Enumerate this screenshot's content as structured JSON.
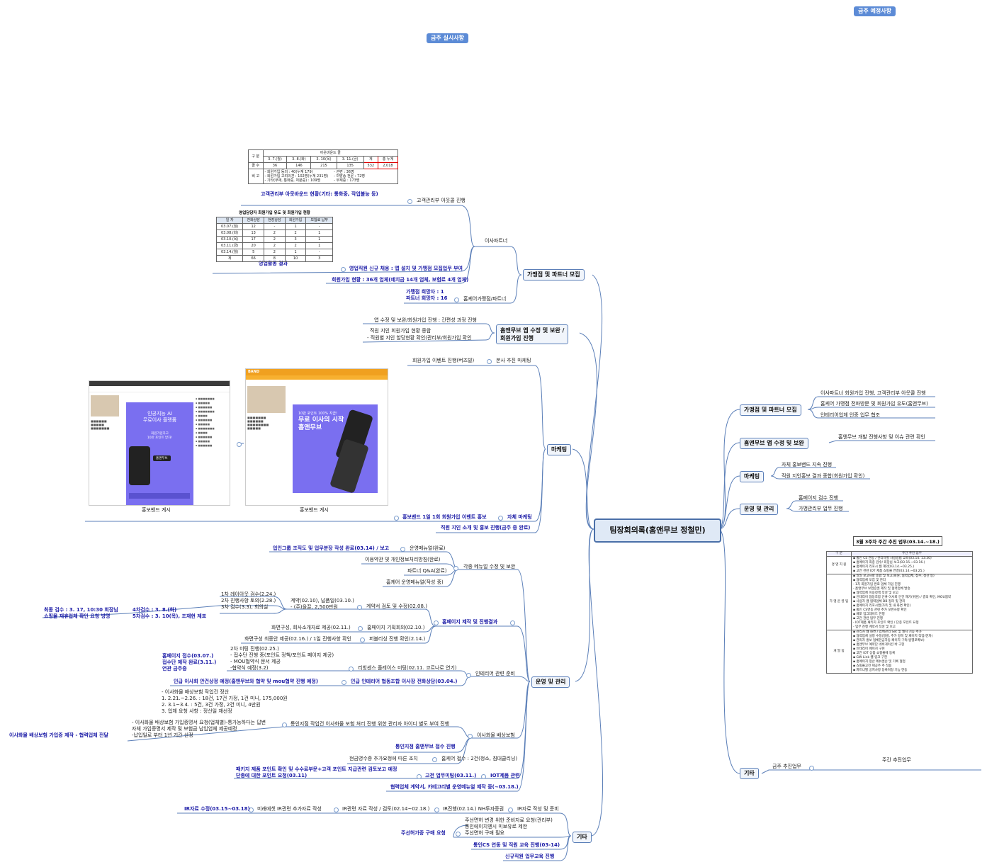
{
  "weekly_title": "금주 실시사항",
  "next_title": "금주 예정사항",
  "central": "팀장회의록(홈앤무브 정철민)",
  "left": {
    "b1": {
      "label": "가맹점 및 파트너 모집",
      "isa": "이사파트너",
      "cust_out": "고객관리부 아웃콜 진행",
      "table_caption": "고객관리부 아웃바운드 현황(기타: 통화중, 작업불능 등)",
      "sales_caption": "영업활동 결과",
      "sales_new": "영업직원 신규 채용 : 앱 설치 및 가맹점 모집업무 부여",
      "join_status": "회원가입 현황 : 36개 업체(예치금 14개 업체, 보험료 4개 업체)",
      "home_care": "홈케어가맹점/파트너",
      "store_count": "가맹점 희망자 : 1",
      "partner_count": "파트너 희망자 : 16"
    },
    "b2": {
      "label1": "홈앤무브 앱 수정 및 보완 /",
      "label2": "회원가입 진행",
      "item1": "앱 수정 및 보완/회원가입 진행 : 간편성 과정 진행",
      "item2a": "직원 지인 회원가입 현황 종합",
      "item2b": "- 직원별 지인 할당현황 확인(관리부/회원가입 확인"
    },
    "b3": {
      "label": "마케팅",
      "hq": "본사 추진 마케팅",
      "event": "회원가입 이벤트 진행(버즈빌)",
      "own": "자체 마케팅",
      "band": "홍보밴드 1일 1회 회원가입 이벤트 홍보",
      "staff": "직원 지인 소개 및 홍보 진행(금주 중 완료)",
      "cap1": "홍보밴드 게시",
      "cap2": "홍보밴드 게시"
    },
    "b4": {
      "label": "운영 및 관리",
      "manual": "각종 메뉴얼 수정 및 보완",
      "m1": "운영메뉴얼(완료)",
      "m1_note": "업인그룹 조직도 및 업무분장 작성 완료(03.14) / 보고",
      "m2": "이용약관 및 개인정보처리방침(완료)",
      "m3": "파트너 Q&A(완료)",
      "m4": "홈케어 운영메뉴얼(작성 중)",
      "hp": "홈페이지 제작 및 진행결과",
      "contract": "계약서 검토 및 수정(02.08.)",
      "c1": "1차 레이아웃 검수(2.24.)",
      "c2": "2차 진행사항 토의(2.28.)",
      "c3": "3차 검수(3.3), 회의실",
      "c4": "계약(02.10), 납품일(03.10.)",
      "c5": "- (주)을끌, 2,500만원",
      "insp4": "4차검수 : 3. 8.(화)",
      "insp5": "5차검수 : 3. 10(목), 조재현 제표",
      "final1": "최종 검수 : 3. 17, 10:30 회장님",
      "final2": "쇼핑몰 재휴업체 확인 요청 방명",
      "hp_plan": "홈페이지 기획회의(02.10.)",
      "hp_plan_n": "화면구성, 회사소개자료 제공(02.11.)",
      "pub": "퍼블리싱 진행 확인(2.14.)",
      "pub_n": "화면구성 최종안 제공(02.16.) / 1일 진행사항 확인",
      "interior": "인테리어 관련 준비",
      "living": "리빙센스 플레이스 미팅(02.11. 코르나로 연기)",
      "l1": "2차 미팅 진행(02.25.)",
      "l2": "- 접수단 진행 중(포인트 정책/포인트 페이지 제공)",
      "l3": "- MOU협약식 문서 제공",
      "l4": "-협약식 예정(3.2)",
      "hp_recv1": "홈페이지 접수(03.07.)",
      "hp_recv2": "접수단 제작 완료(3.11.)",
      "hp_recv3": "연관 금주중",
      "int_call": "인급 인테리어 협동조합 이사장 전화상담(03.04.)",
      "int_note": "인급 이사회 안건상정 예정(홈앤무브와 협약 및 mou협약 진행 예정)",
      "ins": "이사화물 배상보험",
      "ins_link": "통인지점 작업건 이사화물 보험 처리 진행 위한 관리자 아이디 별도 부여 진행",
      "s1": "- 이사화물 배상보험 작업건 정산",
      "s2": "1. 2.21.~2.26. : 18건, 17건 가정, 1건 미니, 175,000원",
      "s3": "2. 3.1~3.4. : 5건, 3건 가정, 2건 미니, 4만원",
      "s4": "3. 업체 요청 사항 : 정산일 재선정",
      "s5": "- 이사화물 배상보험 가입증명서 요청(업체별)-통가능하다는 답변",
      "s6": "자체 가입증명서 제작 및 보험금 납입업체 제공예정",
      "s7": "-납입일로 부터 1년 기간 산정",
      "ins_new": "이사화물 배상보험 가입증 제작 - 협력업체 전달",
      "tongin": "통인지점 홈앤무브 접수 진행",
      "hc": "홈케어 접수 : 2건(청소, 침대클리닝)",
      "hc_n": "현금영수증 추가요청에 따른 조치",
      "iot": "IOT제품 관련",
      "iot_m": "고전 업무미팅(03.11.)",
      "iot_n1": "패키지 제품 포인트 확인 및 수수료부문+고객 포인트 지급관련 검토보고 예정",
      "iot_n2": "단종에 대한 포인트 요청(03.11)",
      "coop": "협력업체 계약서, 카테고리별 운영메뉴얼 제작 중(~03.18.)"
    },
    "b5": {
      "label": "기타",
      "ir": "IR자료 작성 및 준비",
      "ir1": "IR진행(02.14.) NH투자증권",
      "ir2": "IR관련 자료 작성 / 검토(02.14~02.18.)",
      "ir3": "미래에셋 IR관련 추가자료 작성",
      "ir4": "IR자료 수정(03.15~03.18)",
      "share": "주선허가증 구매 요청",
      "share1": "주선면허 변경 위한 준비자료 요청(관리부)",
      "share2": "통인에이치엔시 미보유로 제한",
      "share3": "주선면허 구매 필요",
      "cs": "통인CS 연동 및 직원 교육 진행(03-14)",
      "newstaff": "신규직원 업무교육 진행"
    }
  },
  "right": {
    "b1": {
      "label": "가맹점 및 파트너 모집",
      "i1": "이사파트너 회원가입 진행, 고객관리부 아웃콜 진행",
      "i2": "홈케어 가맹점 전화방문 및 회원가입 유도(홈앤무브)",
      "i3": "인테리어업체 인증 업무 협조"
    },
    "b2": {
      "label": "홈앤무브 앱 수정 및 보완",
      "i1": "홈앤무브 개발 진행사항 및 이슈 관련 확인"
    },
    "b3": {
      "label": "마케팅",
      "i1": "자체 홍보밴드 지속 진행",
      "i2": "직원 지인홍보 결과 종합(회원가입 확인)"
    },
    "b4": {
      "label": "운영 및 관리",
      "i1": "홈페이지 검수 진행",
      "i2": "가맹관리부 업무 진행"
    },
    "b5": {
      "label": "기타",
      "i1": "금주 추진업무",
      "i2": "주간 추진업무"
    }
  },
  "out_table": {
    "title": "아웃바운드 콜",
    "header": [
      "구 분",
      "3. 7.(월)",
      "3. 8.(화)",
      "3. 10(목)",
      "3. 11.(금)",
      "계",
      "총 누계"
    ],
    "row": [
      "콜 수",
      "36",
      "146",
      "215",
      "135",
      "532",
      "2,018"
    ],
    "note_label": "비 고",
    "notes": [
      "- 회원가입 동의 : 40(누계 179)",
      "- 회원가입 고려의견 : 102명(누계 231명)",
      "- 기타(부재, 통화중, 처분중) : 109명",
      "- 관련 : 36명",
      "- 미방송 전문 : 72명",
      "- 부재중 : 173명"
    ]
  },
  "sales_table": {
    "title": "영업담당자 회원가입 유도 및 회원가입 현황",
    "header": [
      "일 자",
      "전화상담",
      "현장상담",
      "회원가입",
      "보험료 납부"
    ],
    "rows": [
      [
        "03.07.(월)",
        "12",
        "-",
        "1",
        "-"
      ],
      [
        "03.08.(화)",
        "13",
        "2",
        "2",
        "1"
      ],
      [
        "03.10.(목)",
        "17",
        "2",
        "3",
        "1"
      ],
      [
        "03.11.(금)",
        "20",
        "2",
        "2",
        "1"
      ],
      [
        "03.14.(월)",
        "5",
        "2",
        "1",
        "-"
      ],
      [
        "계",
        "66",
        "8",
        "10",
        "3"
      ]
    ]
  },
  "schedule": {
    "title": "3월 3주차 주간 추진 업무(03.14.~18.)",
    "header": [
      "구 분",
      "주간 추진 업무"
    ],
    "rows": [
      {
        "cat": "경 영 지 원",
        "items": [
          "▪ 통인 CS 연동 / 관리자별 사용방법 교육(03.14. 13:30)",
          "▪ 홈페이지 최종 검수/ 회장님 보고(03.15.~03.16.)",
          "▪ 홈페이지 리포시 웹 계약(03.14.~03.25.)",
          "▪ 고전 관련 IOT 제품 쇼핑몰 연결(03.14.~03.25.)"
        ]
      },
      {
        "cat": "가 맹 운 영 팀",
        "items": [
          "▪ 일일 보고사항 종합 및 보고(회원, 협력업체, 접수, 정산 등)",
          "▪ 협력업체 모집 및 관리",
          "  - 1차 회원가입 완료 업체 가입 진행",
          "  - 홈앤무브 보험증권 제작 및 협력업체 발송",
          "▪ 협력업체 이용정책 작성 및 보고",
          "▪ 인테리어 협동조합 인큐 이사회 안건 재기(위원) / 결의 확인, MOU협약",
          "▪ 사용자 앱 협력업체 DB 정리 및 관리",
          "▪ 홈페이지 리포시앱(가족 및 내 화면 확인)",
          "▪ 통인 CS연동 관련 추가 보완사항 확인",
          "▪ 배포 업그레이드 진행",
          "▪ 고전 관련 업무 진행",
          "  - IOT제품 패키지 포인트 확인 / 단종 포인트 요청",
          "  - 업무 진행 계약서 작성 및 보고"
        ]
      },
      {
        "cat": "개 발 팀",
        "items": [
          "▪ 관리자 웹 화면 / 업체관리 Set 및 월치 기능 추가",
          "▪ 협력업체 설정 수정(정렬, 추가 항목 및 페이지 작업(연차)",
          "▪ 관리자 홍보 업체현금자동 페이지 구축(일별로확보)",
          "▪ 홈앤무브 예약단 네비게이션 바 구현",
          "▪ 인테리어 페이지 구현",
          "▪ 고전 IOT 상품 쇼핑몰에 등록",
          "▪ GW Link 웹 링크 구현",
          "▪ 홈페이지 정산 메뉴얼순 및 기록 협업",
          "▪ 쇼핑몰고전 제공주 추 적용",
          "▪ 파트너별 공지사항 등록처형 기능 연동"
        ]
      }
    ]
  },
  "band_ui": {
    "tagline1": "인공지능 AI",
    "tagline2": "무료이사 플랫폼",
    "tagline3": "회원가입하고",
    "tagline4": "10만 포인트 받자!",
    "btn": "홈앤무브",
    "big1": "10만 포인트 100% 지급!",
    "big2": "무료 이사의 시작",
    "big3": "홈앤무브",
    "band_logo": "BAND"
  }
}
